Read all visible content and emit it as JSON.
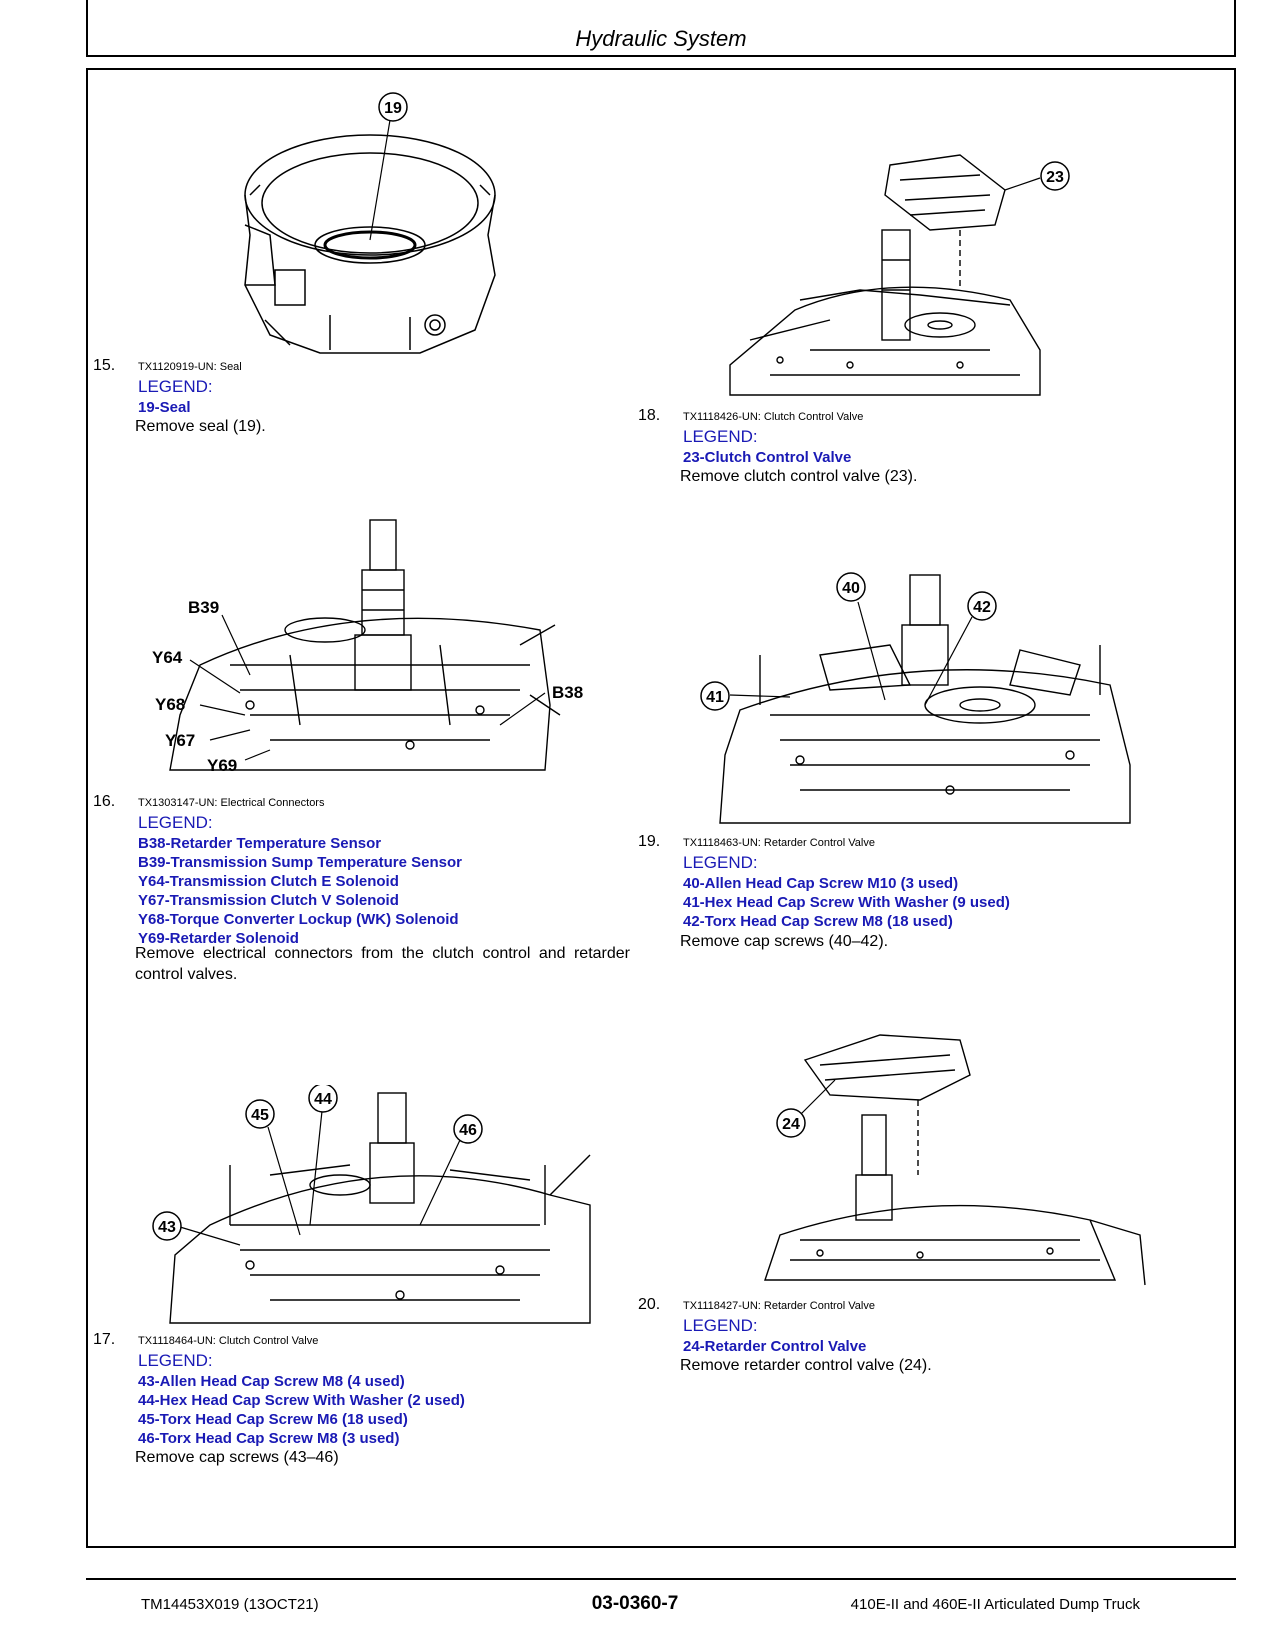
{
  "header": {
    "title": "Hydraulic System"
  },
  "steps": [
    {
      "number": "15.",
      "caption": "TX1120919-UN: Seal",
      "legend_title": "LEGEND:",
      "legend": [
        "19-Seal"
      ],
      "instruction": "Remove seal (19).",
      "callouts": [
        "19"
      ]
    },
    {
      "number": "16.",
      "caption": "TX1303147-UN: Electrical Connectors",
      "legend_title": "LEGEND:",
      "legend": [
        "B38-Retarder Temperature Sensor",
        "B39-Transmission Sump Temperature Sensor",
        "Y64-Transmission Clutch E Solenoid",
        "Y67-Transmission Clutch V Solenoid",
        "Y68-Torque Converter Lockup (WK) Solenoid",
        "Y69-Retarder Solenoid"
      ],
      "instruction": "Remove electrical connectors from the clutch control and retarder control valves.",
      "callouts": [
        "B39",
        "Y64",
        "Y68",
        "Y67",
        "Y69",
        "B38"
      ]
    },
    {
      "number": "17.",
      "caption": "TX1118464-UN: Clutch Control Valve",
      "legend_title": "LEGEND:",
      "legend": [
        "43-Allen Head Cap Screw M8 (4 used)",
        "44-Hex Head Cap Screw With Washer (2 used)",
        "45-Torx Head Cap Screw M6 (18 used)",
        "46-Torx Head Cap Screw M8 (3 used)"
      ],
      "instruction": "Remove cap screws (43–46)",
      "callouts": [
        "45",
        "44",
        "46",
        "43"
      ]
    },
    {
      "number": "18.",
      "caption": "TX1118426-UN: Clutch Control Valve",
      "legend_title": "LEGEND:",
      "legend": [
        "23-Clutch Control Valve"
      ],
      "instruction": "Remove clutch control valve (23).",
      "callouts": [
        "23"
      ]
    },
    {
      "number": "19.",
      "caption": "TX1118463-UN: Retarder Control Valve",
      "legend_title": "LEGEND:",
      "legend": [
        "40-Allen Head Cap Screw M10 (3 used)",
        "41-Hex Head Cap Screw With Washer (9 used)",
        "42-Torx Head Cap Screw M8 (18 used)"
      ],
      "instruction": "Remove cap screws (40–42).",
      "callouts": [
        "40",
        "42",
        "41"
      ]
    },
    {
      "number": "20.",
      "caption": "TX1118427-UN: Retarder Control Valve",
      "legend_title": "LEGEND:",
      "legend": [
        "24-Retarder Control Valve"
      ],
      "instruction": "Remove retarder control valve (24).",
      "callouts": [
        "24"
      ]
    }
  ],
  "footer": {
    "left": "TM14453X019 (13OCT21)",
    "center": "03-0360-7",
    "right": "410E-II and 460E-II Articulated Dump Truck"
  }
}
